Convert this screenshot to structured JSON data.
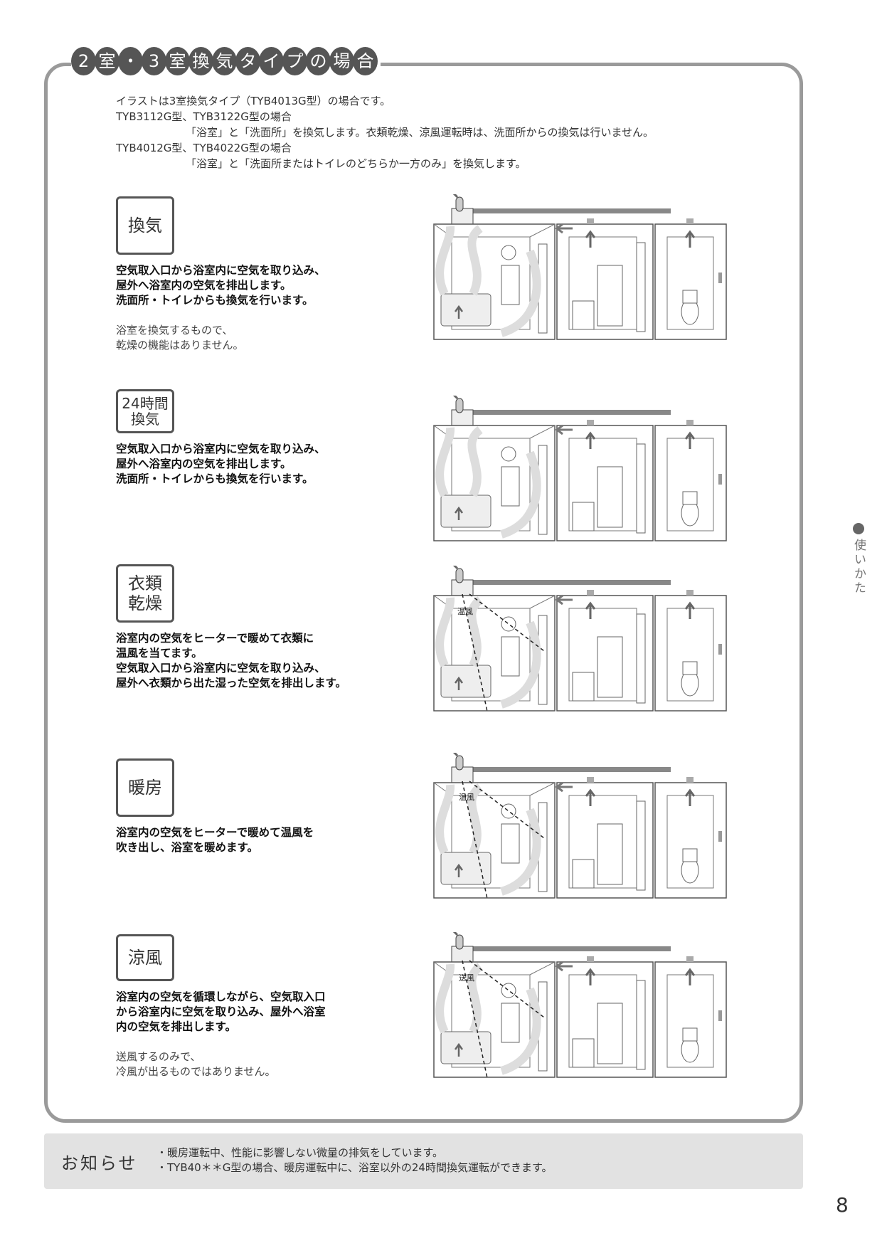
{
  "section": {
    "title_chars": [
      "2",
      "室",
      "・",
      "3",
      "室",
      "換",
      "気",
      "タ",
      "イ",
      "プ",
      "の",
      "場",
      "合"
    ],
    "title": "2室・3室換気タイプの場合"
  },
  "intro": {
    "line1": "イラストは3室換気タイプ（TYB4013G型）の場合です。",
    "line2": "TYB3112G型、TYB3122G型の場合",
    "line3": "「浴室」と「洗面所」を換気します。衣類乾燥、涼風運転時は、洗面所からの換気は行いません。",
    "line4": "TYB4012G型、TYB4022G型の場合",
    "line5": "「浴室」と「洗面所またはトイレのどちらか一方のみ」を換気します。"
  },
  "modes": [
    {
      "label": "換気",
      "desc": [
        "空気取入口から浴室内に空気を取り込み、",
        "屋外へ浴室内の空気を排出します。",
        "洗面所・トイレからも換気を行います。"
      ],
      "note": [
        "浴室を換気するもので、",
        "乾燥の機能はありません。"
      ]
    },
    {
      "label_lines": [
        "24時間",
        "換気"
      ],
      "desc": [
        "空気取入口から浴室内に空気を取り込み、",
        "屋外へ浴室内の空気を排出します。",
        "洗面所・トイレからも換気を行います。"
      ]
    },
    {
      "label_lines": [
        "衣類",
        "乾燥"
      ],
      "desc": [
        "浴室内の空気をヒーターで暖めて衣類に",
        "温風を当てます。",
        "空気取入口から浴室内に空気を取り込み、",
        "屋外へ衣類から出た湿った空気を排出します。"
      ],
      "illus_label": "温風"
    },
    {
      "label": "暖房",
      "desc": [
        "浴室内の空気をヒーターで暖めて温風を",
        "吹き出し、浴室を暖めます。"
      ],
      "illus_label": "温風"
    },
    {
      "label": "涼風",
      "desc": [
        "浴室内の空気を循環しながら、空気取入口",
        "から浴室内に空気を取り込み、屋外へ浴室",
        "内の空気を排出します。"
      ],
      "note": [
        "送風するのみで、",
        "冷風が出るものではありません。"
      ],
      "illus_label": "送風"
    }
  ],
  "notice": {
    "label": "お知らせ",
    "items": [
      "・暖房運転中、性能に影響しない微量の排気をしています。",
      "・TYB40＊＊G型の場合、暖房運転中に、浴室以外の24時間換気運転ができます。"
    ]
  },
  "side_tab": {
    "text": "使いかた"
  },
  "page_number": "8"
}
